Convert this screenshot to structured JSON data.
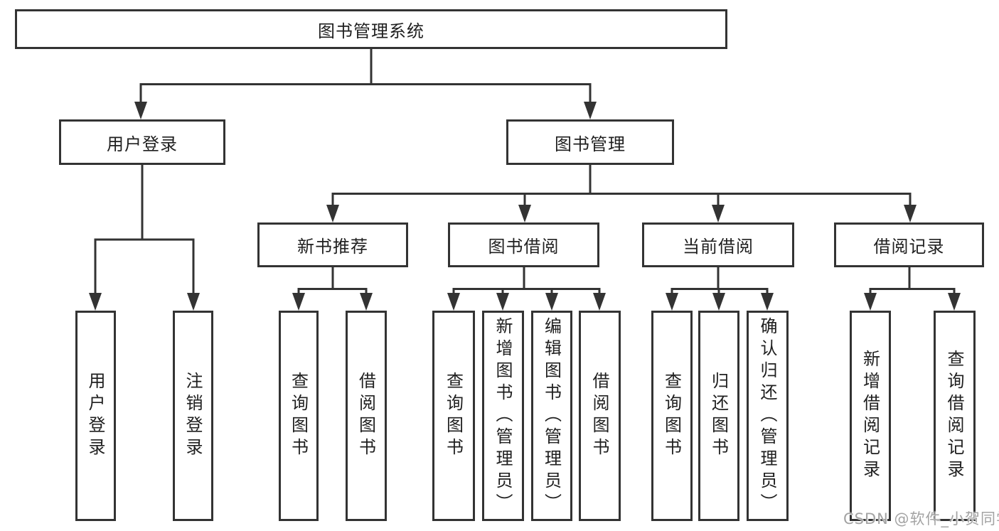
{
  "diagram": {
    "root": {
      "label": "图书管理系统"
    },
    "branches": [
      {
        "label": "用户登录",
        "leaves": [
          {
            "label": "用户登录"
          },
          {
            "label": "注销登录"
          }
        ]
      },
      {
        "label": "图书管理",
        "groups": [
          {
            "label": "新书推荐",
            "leaves": [
              {
                "label": "查询图书"
              },
              {
                "label": "借阅图书"
              }
            ]
          },
          {
            "label": "图书借阅",
            "leaves": [
              {
                "label": "查询图书"
              },
              {
                "label": "新增图书（管理员）"
              },
              {
                "label": "编辑图书（管理员）"
              },
              {
                "label": "借阅图书"
              }
            ]
          },
          {
            "label": "当前借阅",
            "leaves": [
              {
                "label": "查询图书"
              },
              {
                "label": "归还图书"
              },
              {
                "label": "确认归还（管理员）"
              }
            ]
          },
          {
            "label": "借阅记录",
            "leaves": [
              {
                "label": "新增借阅记录"
              },
              {
                "label": "查询借阅记录"
              }
            ]
          }
        ]
      }
    ]
  },
  "watermark": {
    "text": "CSDN @软件_小贺同学"
  },
  "colors": {
    "line": "#333333",
    "box_border": "#333333",
    "text": "#1f1f1f",
    "watermark": "#a3a3a3",
    "background": "#ffffff"
  }
}
